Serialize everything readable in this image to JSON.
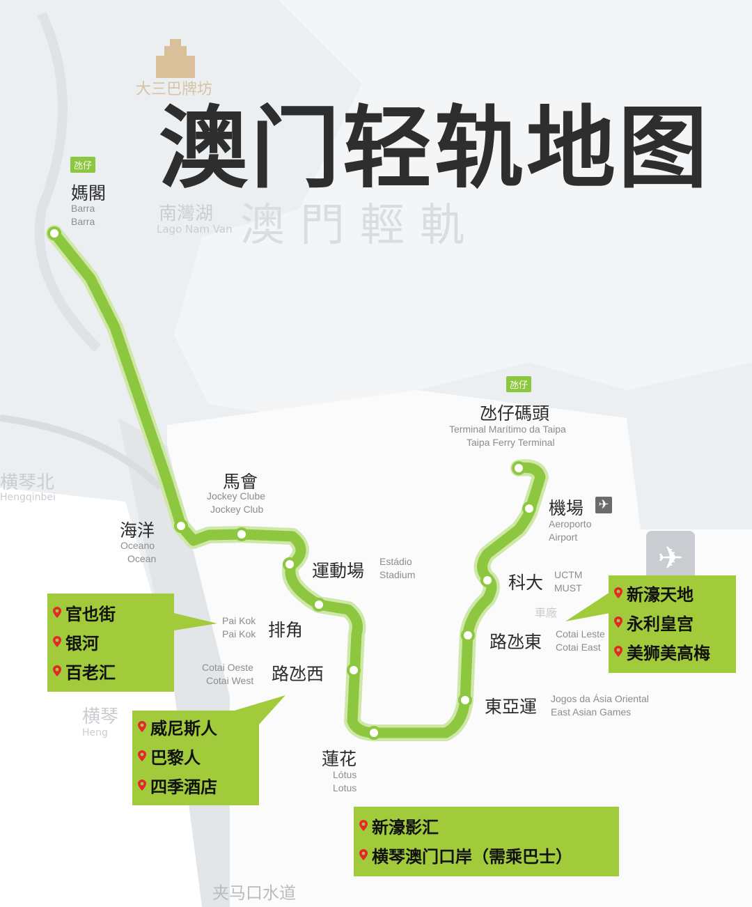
{
  "title": "澳门轻轨地图",
  "colors": {
    "line": "#8dc63f",
    "callout": "#a2cb3b",
    "pin": "#e5262a",
    "title": "#2e2e2e"
  },
  "background_labels": {
    "watermark": "澳門輕軌",
    "landmark": "大三巴牌坊",
    "landmark_icon": "ruins-of-st-paul-icon",
    "lake_zh": "南灣湖",
    "lake_en": "Lago Nam Van",
    "hengqinbei_zh": "横琴北",
    "hengqinbei_en": "Hengqinbei",
    "hengqin_zh": "横琴",
    "hengqin_en": "Heng",
    "depot": "車廠",
    "road": "夹马口水道"
  },
  "stations": [
    {
      "id": "barra",
      "zh": "媽閣",
      "en1": "Barra",
      "en2": "Barra",
      "tag": "氹仔"
    },
    {
      "id": "oceano",
      "zh": "海洋",
      "en1": "Oceano",
      "en2": "Ocean"
    },
    {
      "id": "jockey",
      "zh": "馬會",
      "en1": "Jockey Clube",
      "en2": "Jockey Club"
    },
    {
      "id": "stadium",
      "zh": "運動場",
      "en1": "Estádio",
      "en2": "Stadium"
    },
    {
      "id": "paikok",
      "zh": "排角",
      "en1": "Pai Kok",
      "en2": "Pai Kok"
    },
    {
      "id": "cotaiwest",
      "zh": "路氹西",
      "en1": "Cotai Oeste",
      "en2": "Cotai West"
    },
    {
      "id": "lotus",
      "zh": "蓮花",
      "en1": "Lótus",
      "en2": "Lotus"
    },
    {
      "id": "eag",
      "zh": "東亞運",
      "en1": "Jogos da Ásia Oriental",
      "en2": "East Asian Games"
    },
    {
      "id": "cotaieast",
      "zh": "路氹東",
      "en1": "Cotai Leste",
      "en2": "Cotai East"
    },
    {
      "id": "must",
      "zh": "科大",
      "en1": "UCTM",
      "en2": "MUST"
    },
    {
      "id": "airport",
      "zh": "機場",
      "en1": "Aeroporto",
      "en2": "Airport",
      "icon": "airplane-icon"
    },
    {
      "id": "ferry",
      "zh": "氹仔碼頭",
      "en1": "Terminal Marítimo da Taipa",
      "en2": "Taipa Ferry Terminal",
      "tag": "氹仔"
    }
  ],
  "callouts": [
    {
      "station": "Pai Kok",
      "items": [
        "官也街",
        "银河",
        "百老汇"
      ]
    },
    {
      "station": "Cotai West",
      "items": [
        "威尼斯人",
        "巴黎人",
        "四季酒店"
      ]
    },
    {
      "station": "Cotai East",
      "items": [
        "新濠天地",
        "永利皇宫",
        "美狮美高梅"
      ]
    },
    {
      "station": "Lotus",
      "items": [
        "新濠影汇",
        "横琴澳门口岸（需乘巴士）"
      ]
    }
  ]
}
